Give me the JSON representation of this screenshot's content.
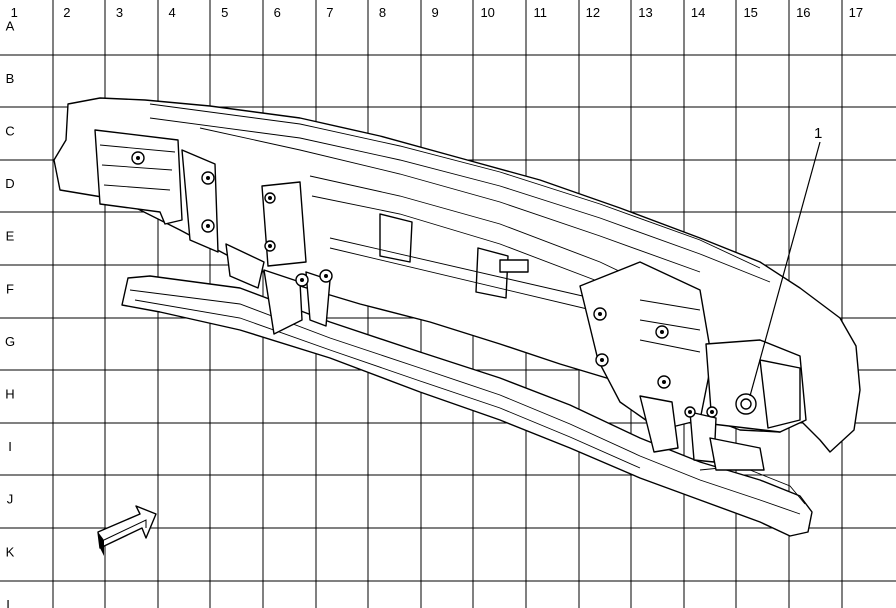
{
  "grid": {
    "columns": [
      "1",
      "2",
      "3",
      "4",
      "5",
      "6",
      "7",
      "8",
      "9",
      "10",
      "11",
      "12",
      "13",
      "14",
      "15",
      "16",
      "17"
    ],
    "rows": [
      "A",
      "B",
      "C",
      "D",
      "E",
      "F",
      "G",
      "H",
      "I",
      "J",
      "K",
      "L"
    ]
  },
  "callouts": [
    {
      "label": "1"
    }
  ]
}
